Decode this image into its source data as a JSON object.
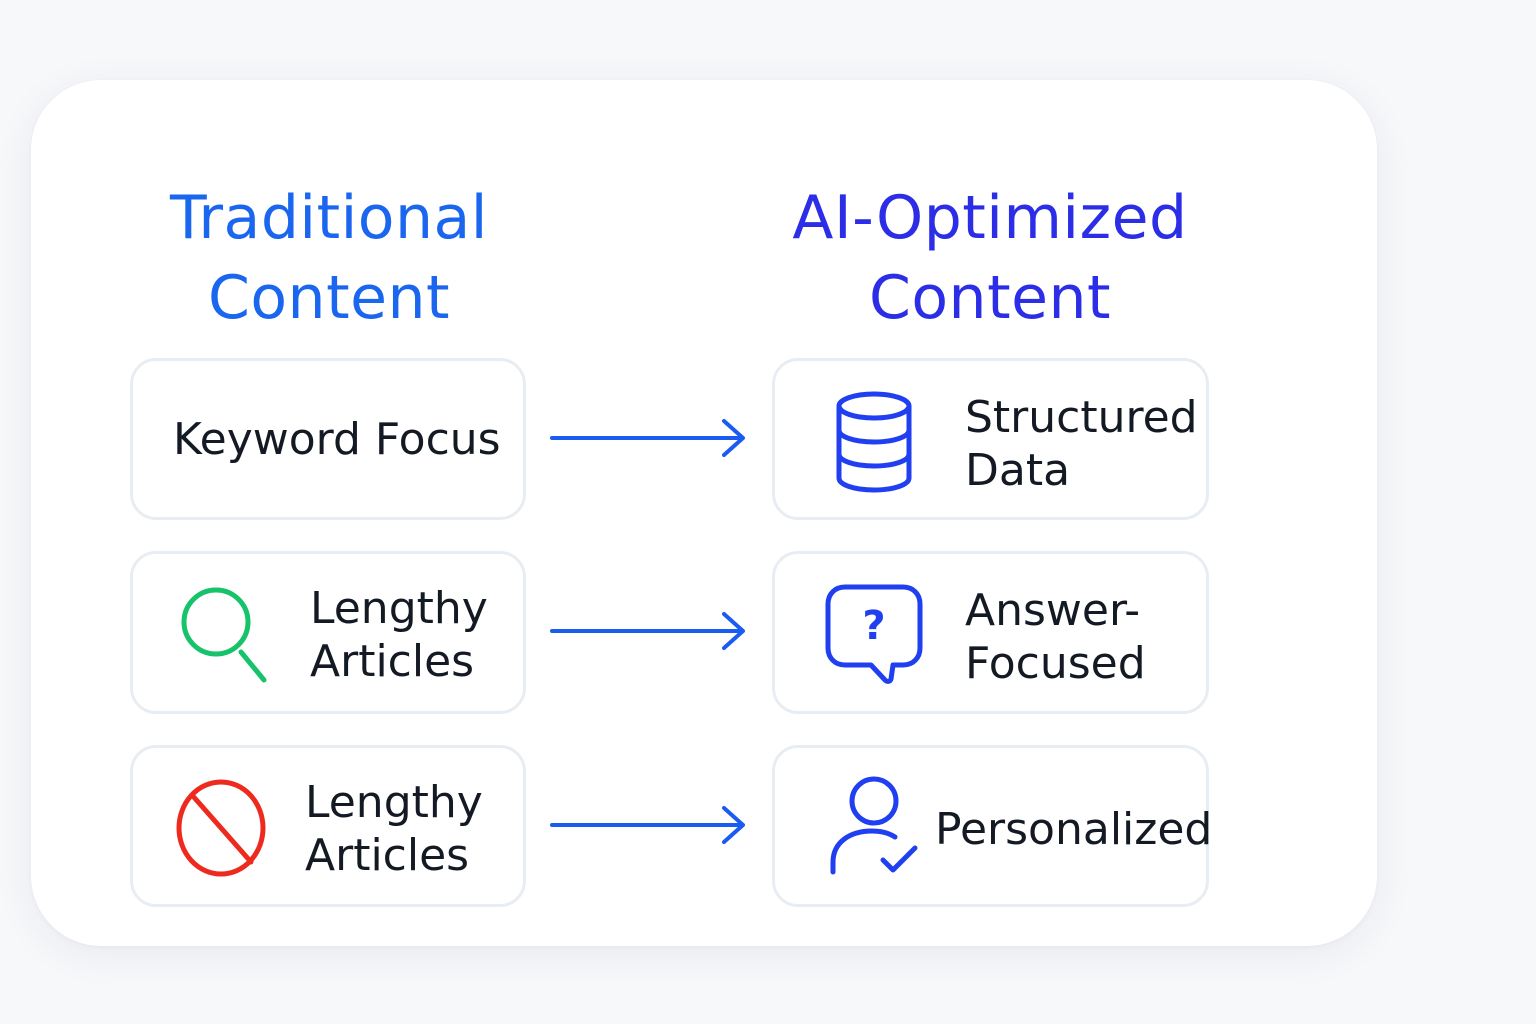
{
  "left_column": {
    "title_line1": "Traditional",
    "title_line2": "Content",
    "items": [
      {
        "line1": "Keyword Focus",
        "icon": "none"
      },
      {
        "line1": "Lengthy",
        "line2": "Articles",
        "icon": "search-icon"
      },
      {
        "line1": "Lengthy",
        "line2": "Articles",
        "icon": "prohibited-icon"
      }
    ]
  },
  "right_column": {
    "title_line1": "AI-Optimized",
    "title_line2": "Content",
    "items": [
      {
        "line1": "Structured",
        "line2": "Data",
        "icon": "database-icon"
      },
      {
        "line1": "Answer-",
        "line2": "Focused",
        "icon": "question-bubble-icon"
      },
      {
        "line1": "Personalized",
        "icon": "user-check-icon"
      }
    ]
  },
  "colors": {
    "left_title": "#1a66ee",
    "right_title": "#2b2ee6",
    "arrow": "#1a5cf0",
    "search_icon": "#16c26a",
    "prohibited_icon": "#ee2a1e",
    "right_icons": "#1f3ff0"
  }
}
